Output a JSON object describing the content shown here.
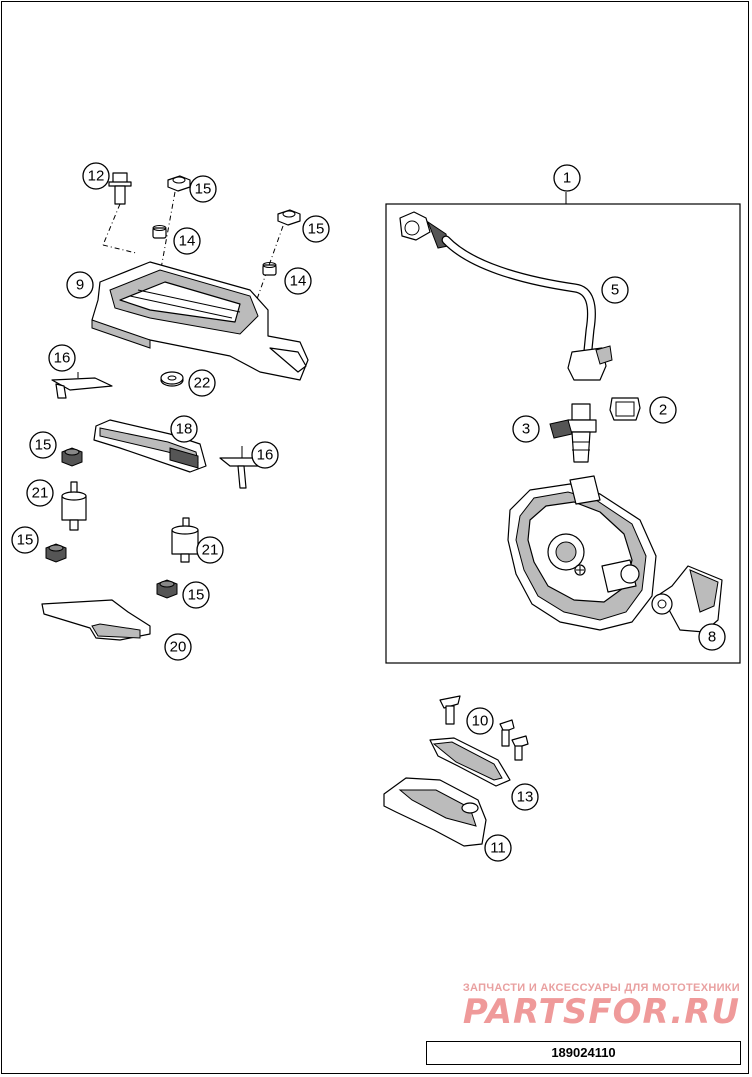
{
  "callouts": [
    {
      "id": "1",
      "label": "1"
    },
    {
      "id": "2",
      "label": "2"
    },
    {
      "id": "3",
      "label": "3"
    },
    {
      "id": "5",
      "label": "5"
    },
    {
      "id": "8",
      "label": "8"
    },
    {
      "id": "9",
      "label": "9"
    },
    {
      "id": "10",
      "label": "10"
    },
    {
      "id": "11",
      "label": "11"
    },
    {
      "id": "12",
      "label": "12"
    },
    {
      "id": "13",
      "label": "13"
    },
    {
      "id": "14a",
      "label": "14"
    },
    {
      "id": "14b",
      "label": "14"
    },
    {
      "id": "15a",
      "label": "15"
    },
    {
      "id": "15b",
      "label": "15"
    },
    {
      "id": "15c",
      "label": "15"
    },
    {
      "id": "15d",
      "label": "15"
    },
    {
      "id": "15e",
      "label": "15"
    },
    {
      "id": "16a",
      "label": "16"
    },
    {
      "id": "16b",
      "label": "16"
    },
    {
      "id": "18",
      "label": "18"
    },
    {
      "id": "20",
      "label": "20"
    },
    {
      "id": "21a",
      "label": "21"
    },
    {
      "id": "21b",
      "label": "21"
    },
    {
      "id": "22",
      "label": "22"
    }
  ],
  "watermark": {
    "tagline": "ЗАПЧАСТИ И АКСЕССУАРЫ ДЛЯ МОТОТЕХНИКИ",
    "brand": "PARTSFOR.RU"
  },
  "document_number": "189024110"
}
